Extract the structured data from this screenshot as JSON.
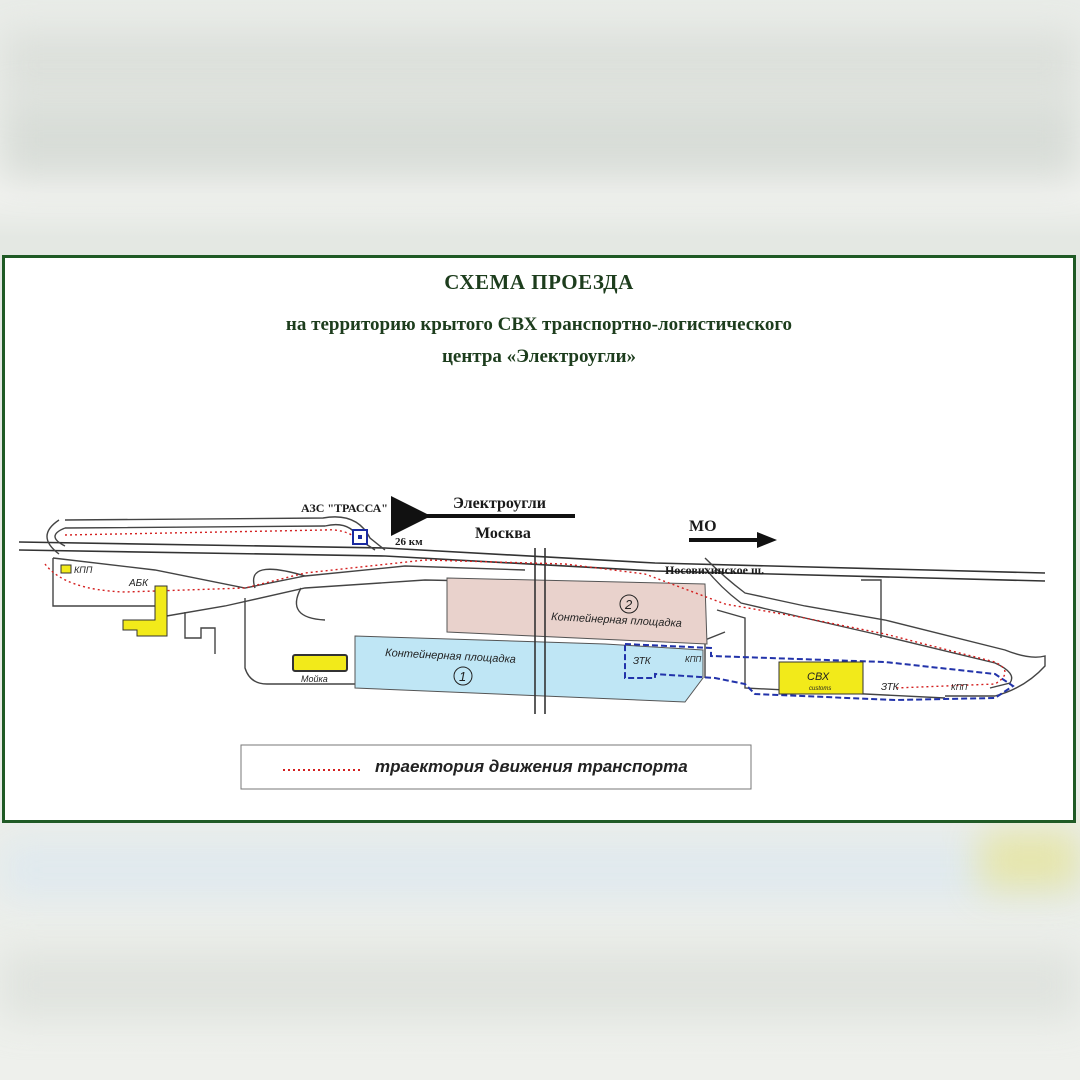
{
  "title": {
    "main": "СХЕМА ПРОЕЗДА",
    "line2": "на территорию крытого СВХ транспортно-логистического",
    "line3": "центра «Электроугли»"
  },
  "map": {
    "azs": "АЗС \"ТРАССА\"",
    "km": "26 км",
    "dir_left_1": "Электроугли",
    "dir_left_2": "Москва",
    "dir_right": "МО",
    "road": "Носовихинское ш.",
    "kpp_left": "КПП",
    "abk": "АБК",
    "moika": "Мойка",
    "container_1": "Контейнерная площадка",
    "container_1_num": "1",
    "container_2": "Контейнерная площадка",
    "container_2_num": "2",
    "ztk_1": "ЗТК",
    "kpp_mid": "КПП",
    "svh": "СВХ",
    "svh_sub": "customs",
    "ztk_2": "ЗТК",
    "kpp_right": "КПП"
  },
  "legend": {
    "text": "траектория движения транспорта"
  },
  "colors": {
    "frame": "#1f5a25",
    "route": "#d42020",
    "customs_zone": "#2233aa",
    "container_1_fill": "#bfe6f5",
    "container_2_fill": "#e9d2cc",
    "building_yellow": "#f2ea1a"
  }
}
